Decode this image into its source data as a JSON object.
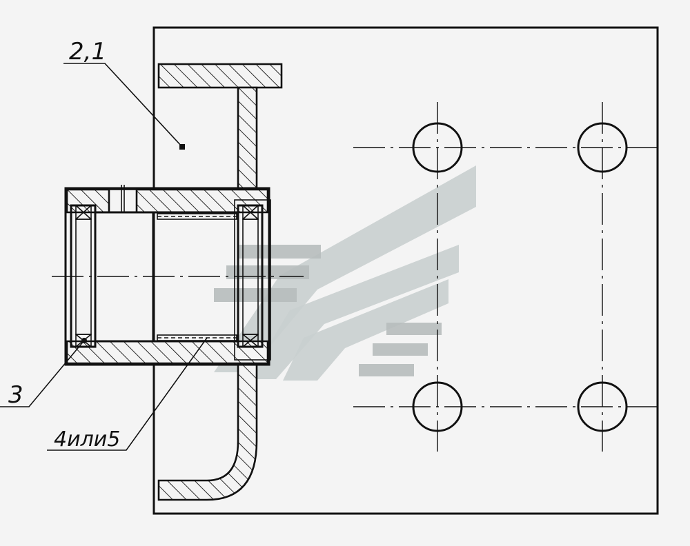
{
  "callouts": {
    "c21": "2,1",
    "c3": "3",
    "c45": "4или5"
  },
  "colors": {
    "background": "#f4f4f4",
    "line": "#111111",
    "watermark": "#c9cfcf"
  }
}
